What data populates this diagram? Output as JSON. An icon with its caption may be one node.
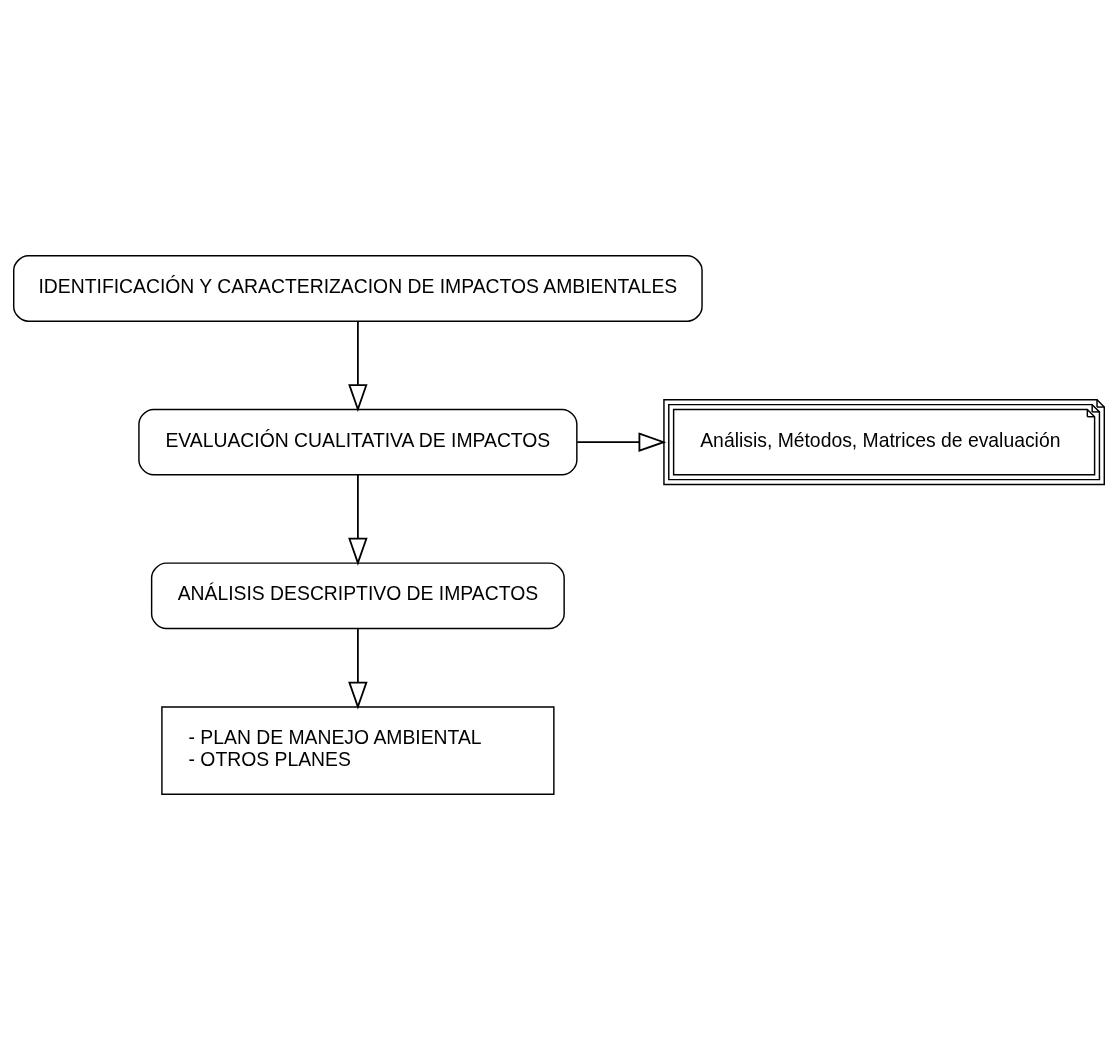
{
  "diagram": {
    "nodes": [
      {
        "text": [
          "IDENTIFICACIÓN Y CARACTERIZACION DE IMPACTOS AMBIENTALES"
        ]
      },
      {
        "text": [
          "EVALUACIÓN CUALITATIVA DE IMPACTOS"
        ]
      },
      {
        "text": [
          "Análisis, Métodos, Matrices de evaluación"
        ]
      },
      {
        "text": [
          "ANÁLISIS DESCRIPTIVO DE IMPACTOS"
        ]
      },
      {
        "text": [
          "- PLAN DE MANEJO AMBIENTAL",
          "- OTROS PLANES"
        ]
      }
    ],
    "edges": [
      {
        "from": 0,
        "to": 1,
        "arrow": "to"
      },
      {
        "from": 1,
        "to": 2,
        "arrow": "to"
      },
      {
        "from": 1,
        "to": 3,
        "arrow": "to"
      },
      {
        "from": 3,
        "to": 4,
        "arrow": "to"
      }
    ]
  }
}
